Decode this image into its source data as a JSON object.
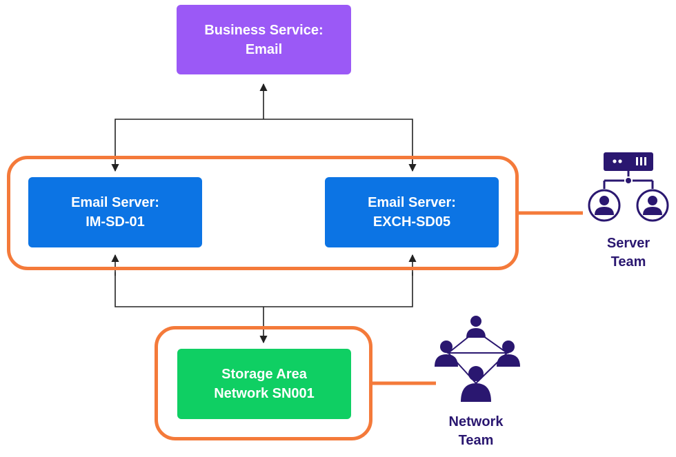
{
  "business_service": {
    "line1": "Business Service:",
    "line2": "Email",
    "color": "#9b59f6"
  },
  "servers": [
    {
      "line1": "Email Server:",
      "line2": "IM-SD-01",
      "color": "#0c74e4"
    },
    {
      "line1": "Email Server:",
      "line2": "EXCH-SD05",
      "color": "#0c74e4"
    }
  ],
  "storage": {
    "line1": "Storage Area",
    "line2": "Network SN001",
    "color": "#0fcf63"
  },
  "server_team": {
    "line1": "Server",
    "line2": "Team",
    "icon": "server-team-icon"
  },
  "network_team": {
    "line1": "Network",
    "line2": "Team",
    "icon": "network-team-icon"
  },
  "colors": {
    "group_border": "#f47a3a",
    "team": "#2a1770",
    "connector": "#222222"
  }
}
